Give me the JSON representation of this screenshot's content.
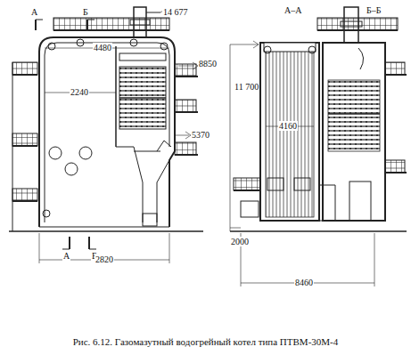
{
  "diagram": {
    "caption": "Рис. 6.12. Газомазутный водогрейный котел типа ПТВМ-30М-4",
    "labels": [
      "А",
      "Б",
      "14 677",
      "4480",
      "8850",
      "2240",
      "5370",
      "А",
      "Б",
      "2820",
      "А–А",
      "Б–Б",
      "11 700",
      "4160",
      "2000",
      "8460"
    ]
  }
}
